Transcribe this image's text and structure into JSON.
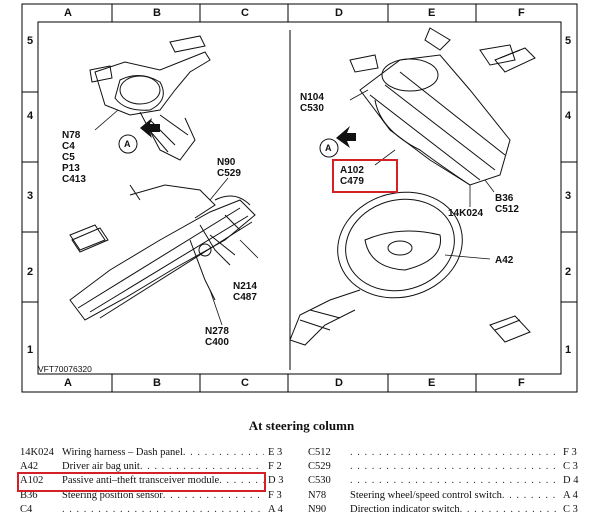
{
  "grid": {
    "columns": [
      "A",
      "B",
      "C",
      "D",
      "E",
      "F"
    ],
    "rows": [
      "5",
      "4",
      "3",
      "2",
      "1"
    ]
  },
  "callouts": {
    "n78_group": "N78\nC4\nC5\nP13\nC413",
    "n90_group": "N90\nC529",
    "n214_group": "N214\nC487",
    "n278_group": "N278\nC400",
    "n104_group": "N104\nC530",
    "a102_group": "A102\nC479",
    "k024": "14K024",
    "b36_group": "B36\nC512",
    "a42": "A42",
    "view_a_left": "A",
    "view_a_right": "A"
  },
  "figure_id": "VFT70076320",
  "section_heading": "At steering column",
  "legend_left": [
    {
      "code": "14K024",
      "desc": "Wiring harness – Dash panel",
      "loc": "E 3"
    },
    {
      "code": "A42",
      "desc": "Driver air bag unit",
      "loc": "F 2"
    },
    {
      "code": "A102",
      "desc": "Passive anti–theft transceiver module",
      "loc": "D 3"
    },
    {
      "code": "B36",
      "desc": "Steering position sensor",
      "loc": "F 3"
    },
    {
      "code": "C4",
      "desc": "",
      "loc": "A 4"
    }
  ],
  "legend_right": [
    {
      "code": "C512",
      "desc": "",
      "loc": "F 3"
    },
    {
      "code": "C529",
      "desc": "",
      "loc": "C 3"
    },
    {
      "code": "C530",
      "desc": "",
      "loc": "D 4"
    },
    {
      "code": "N78",
      "desc": "Steering wheel/speed control switch",
      "loc": "A 4"
    },
    {
      "code": "N90",
      "desc": "Direction indicator switch",
      "loc": "C 3"
    }
  ],
  "colors": {
    "highlight": "#d42027",
    "ink": "#111111",
    "frame": "#000000"
  }
}
